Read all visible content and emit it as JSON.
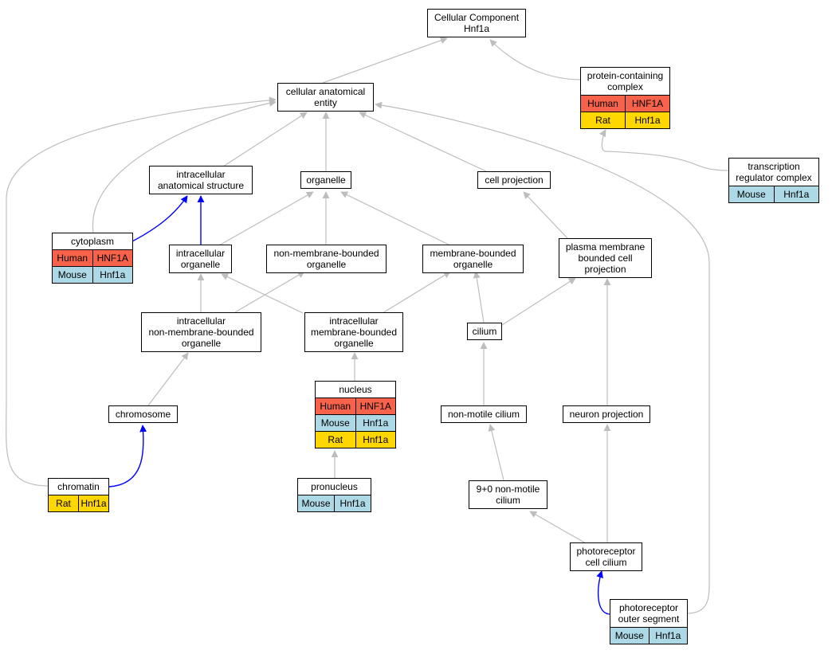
{
  "colors": {
    "human": "#f7624a",
    "mouse": "#add8e6",
    "rat": "#ffd700",
    "edge_gray": "#bdbdbd",
    "edge_blue": "#0000ff"
  },
  "nodes": {
    "root": {
      "label": "Cellular Component\nHnf1a",
      "rows": []
    },
    "cae": {
      "label": "cellular anatomical\nentity",
      "rows": []
    },
    "pcc": {
      "label": "protein-containing\ncomplex",
      "rows": [
        {
          "species": "Human",
          "gene": "HNF1A"
        },
        {
          "species": "Rat",
          "gene": "Hnf1a"
        }
      ]
    },
    "trc": {
      "label": "transcription\nregulator complex",
      "rows": [
        {
          "species": "Mouse",
          "gene": "Hnf1a"
        }
      ]
    },
    "ias": {
      "label": "intracellular\nanatomical structure",
      "rows": []
    },
    "org": {
      "label": "organelle",
      "rows": []
    },
    "cproj": {
      "label": "cell projection",
      "rows": []
    },
    "cyto": {
      "label": "cytoplasm",
      "rows": [
        {
          "species": "Human",
          "gene": "HNF1A"
        },
        {
          "species": "Mouse",
          "gene": "Hnf1a"
        }
      ]
    },
    "iorg": {
      "label": "intracellular\norganelle",
      "rows": []
    },
    "nmbo": {
      "label": "non-membrane-bounded\norganelle",
      "rows": []
    },
    "mbo": {
      "label": "membrane-bounded\norganelle",
      "rows": []
    },
    "pmbcp": {
      "label": "plasma membrane\nbounded cell\nprojection",
      "rows": []
    },
    "inmbo": {
      "label": "intracellular\nnon-membrane-bounded\norganelle",
      "rows": []
    },
    "imbo": {
      "label": "intracellular\nmembrane-bounded\norganelle",
      "rows": []
    },
    "cilium": {
      "label": "cilium",
      "rows": []
    },
    "nucleus": {
      "label": "nucleus",
      "rows": [
        {
          "species": "Human",
          "gene": "HNF1A"
        },
        {
          "species": "Mouse",
          "gene": "Hnf1a"
        },
        {
          "species": "Rat",
          "gene": "Hnf1a"
        }
      ]
    },
    "chromosome": {
      "label": "chromosome",
      "rows": []
    },
    "nmcil": {
      "label": "non-motile cilium",
      "rows": []
    },
    "nproj": {
      "label": "neuron projection",
      "rows": []
    },
    "chromatin": {
      "label": "chromatin",
      "rows": [
        {
          "species": "Rat",
          "gene": "Hnf1a"
        }
      ]
    },
    "pronucleus": {
      "label": "pronucleus",
      "rows": [
        {
          "species": "Mouse",
          "gene": "Hnf1a"
        }
      ]
    },
    "nmc90": {
      "label": "9+0 non-motile\ncilium",
      "rows": []
    },
    "pcc2": {
      "label": "photoreceptor\ncell cilium",
      "rows": []
    },
    "pos": {
      "label": "photoreceptor\nouter segment",
      "rows": [
        {
          "species": "Mouse",
          "gene": "Hnf1a"
        }
      ]
    }
  }
}
